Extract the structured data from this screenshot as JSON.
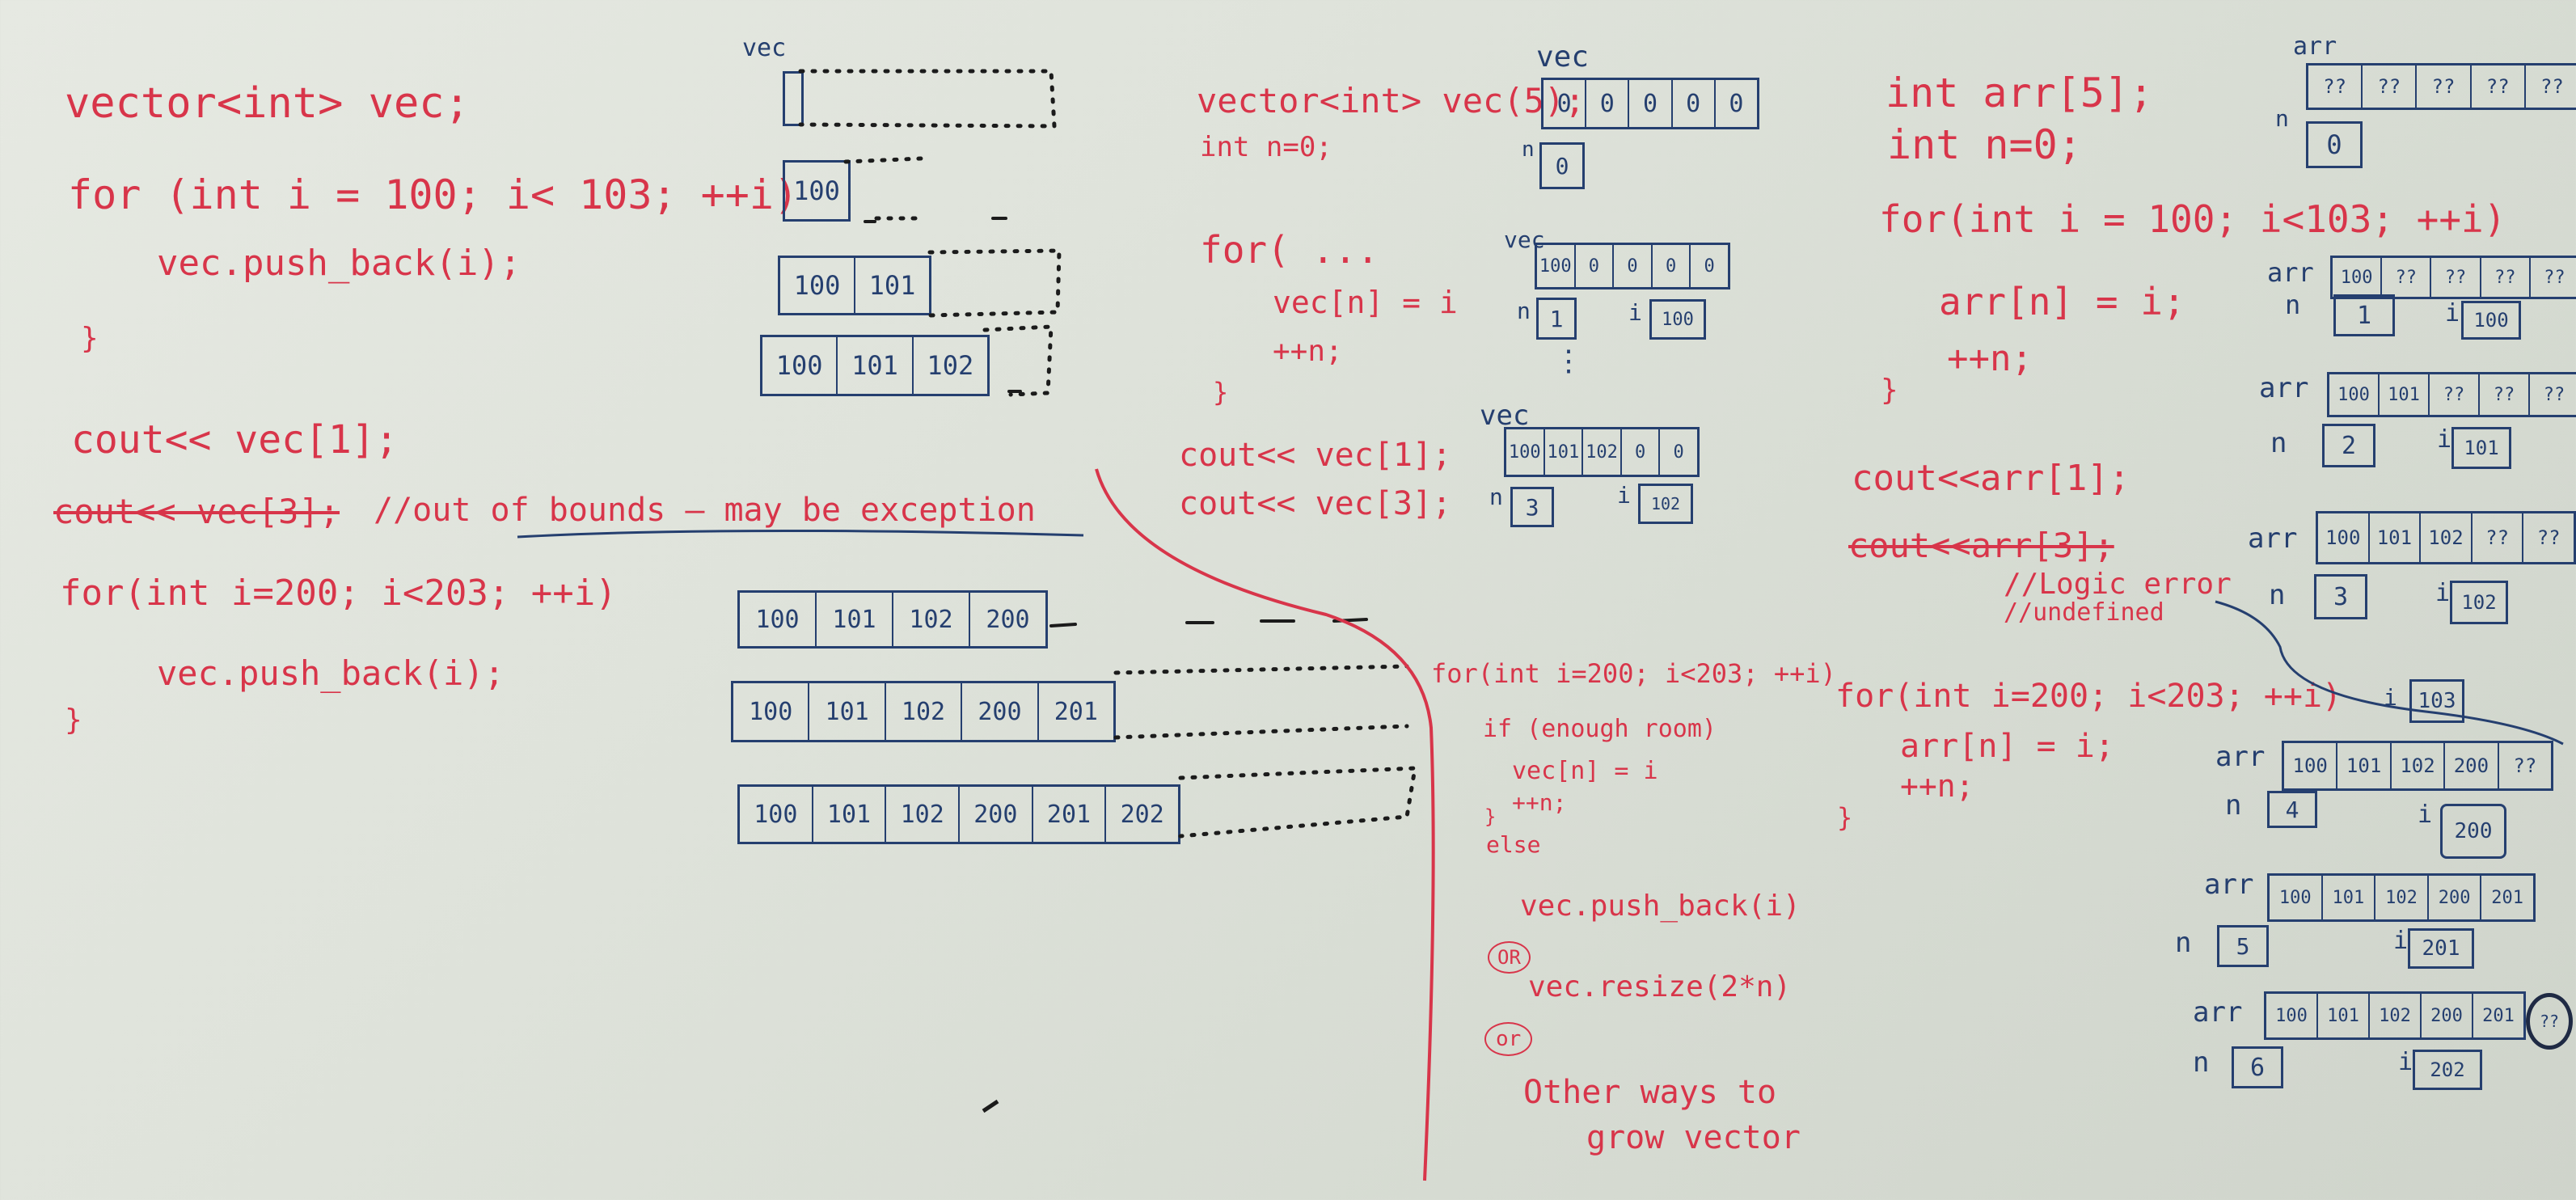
{
  "left": {
    "code": {
      "decl": "vector<int>  vec;",
      "for1": "for (int i = 100;  i< 103;  ++i)",
      "push1": "vec.push_back(i);",
      "close1": "}",
      "cout1": "cout<< vec[1];",
      "cout3": "cout<< vec[3];",
      "comment": "//out of bounds — may be exception",
      "for2": "for(int i=200;  i<203; ++i)",
      "push2": "vec.push_back(i);",
      "close2": "}"
    },
    "vec_label": "vec",
    "rows_top": [
      [
        "[]"
      ],
      [
        "100"
      ],
      [
        "100",
        "101"
      ],
      [
        "100",
        "101",
        "102"
      ]
    ],
    "rows_bottom": [
      [
        "100",
        "101",
        "102",
        "200"
      ],
      [
        "100",
        "101",
        "102",
        "200",
        "201"
      ],
      [
        "100",
        "101",
        "102",
        "200",
        "201",
        "202"
      ]
    ]
  },
  "middle": {
    "code": {
      "decl": "vector<int> vec(5);",
      "n": "int n=0;",
      "for": "for( ...",
      "assign": "vec[n] = i",
      "inc": "++n;",
      "close": "}",
      "cout1": "cout<< vec[1];",
      "cout3": "cout<< vec[3];"
    },
    "vec_label": "vec",
    "n_label": "n",
    "i_label": "i",
    "states": [
      {
        "cells": [
          "0",
          "0",
          "0",
          "0",
          "0"
        ],
        "n": "0"
      },
      {
        "cells": [
          "100",
          "0",
          "0",
          "0",
          "0"
        ],
        "n": "1",
        "i": "100"
      },
      {
        "cells": [
          "100",
          "101",
          "102",
          "0",
          "0"
        ],
        "n": "3",
        "i": "102"
      }
    ],
    "dots": "⋮",
    "grow": {
      "for": "for(int i=200; i<203; ++i)",
      "if": "if (enough room)",
      "assign": "vec[n] = i",
      "inc": "++n;",
      "close": "}",
      "else": "else",
      "push": "vec.push_back(i)",
      "or1": "OR",
      "resize": "vec.resize(2*n)",
      "or2": "or",
      "other1": "Other ways to",
      "other2": "grow vector"
    }
  },
  "right": {
    "code": {
      "decl": "int arr[5];",
      "n": "int n=0;",
      "for1": "for(int i = 100; i<103; ++i)",
      "assign1": "arr[n] = i;",
      "inc1": "++n;",
      "close1": "}",
      "cout1": "cout<<arr[1];",
      "cout3": "cout<<arr[3];",
      "logic": "//Logic error",
      "undef": "//undefined",
      "for2": "for(int i=200; i<203; ++i)",
      "assign2": "arr[n] = i;",
      "inc2": "++n;",
      "close2": "}"
    },
    "arr_label": "arr",
    "n_label": "n",
    "i_label": "i",
    "states": [
      {
        "cells": [
          "??",
          "??",
          "??",
          "??",
          "??"
        ],
        "n": "0"
      },
      {
        "cells": [
          "100",
          "??",
          "??",
          "??",
          "??"
        ],
        "n": "1",
        "i": "100"
      },
      {
        "cells": [
          "100",
          "101",
          "??",
          "??",
          "??"
        ],
        "n": "2",
        "i": "101"
      },
      {
        "cells": [
          "100",
          "101",
          "102",
          "??",
          "??"
        ],
        "n": "3",
        "i": "102"
      },
      {
        "cells": [
          "100",
          "101",
          "102",
          "200",
          "??"
        ],
        "n": "4",
        "i": "200"
      },
      {
        "cells": [
          "100",
          "101",
          "102",
          "200",
          "201"
        ],
        "n": "5",
        "i": "201"
      },
      {
        "cells": [
          "100",
          "101",
          "102",
          "200",
          "201"
        ],
        "n": "6",
        "i": "202"
      }
    ],
    "i_extra": "103",
    "overflow_mark": "??"
  }
}
